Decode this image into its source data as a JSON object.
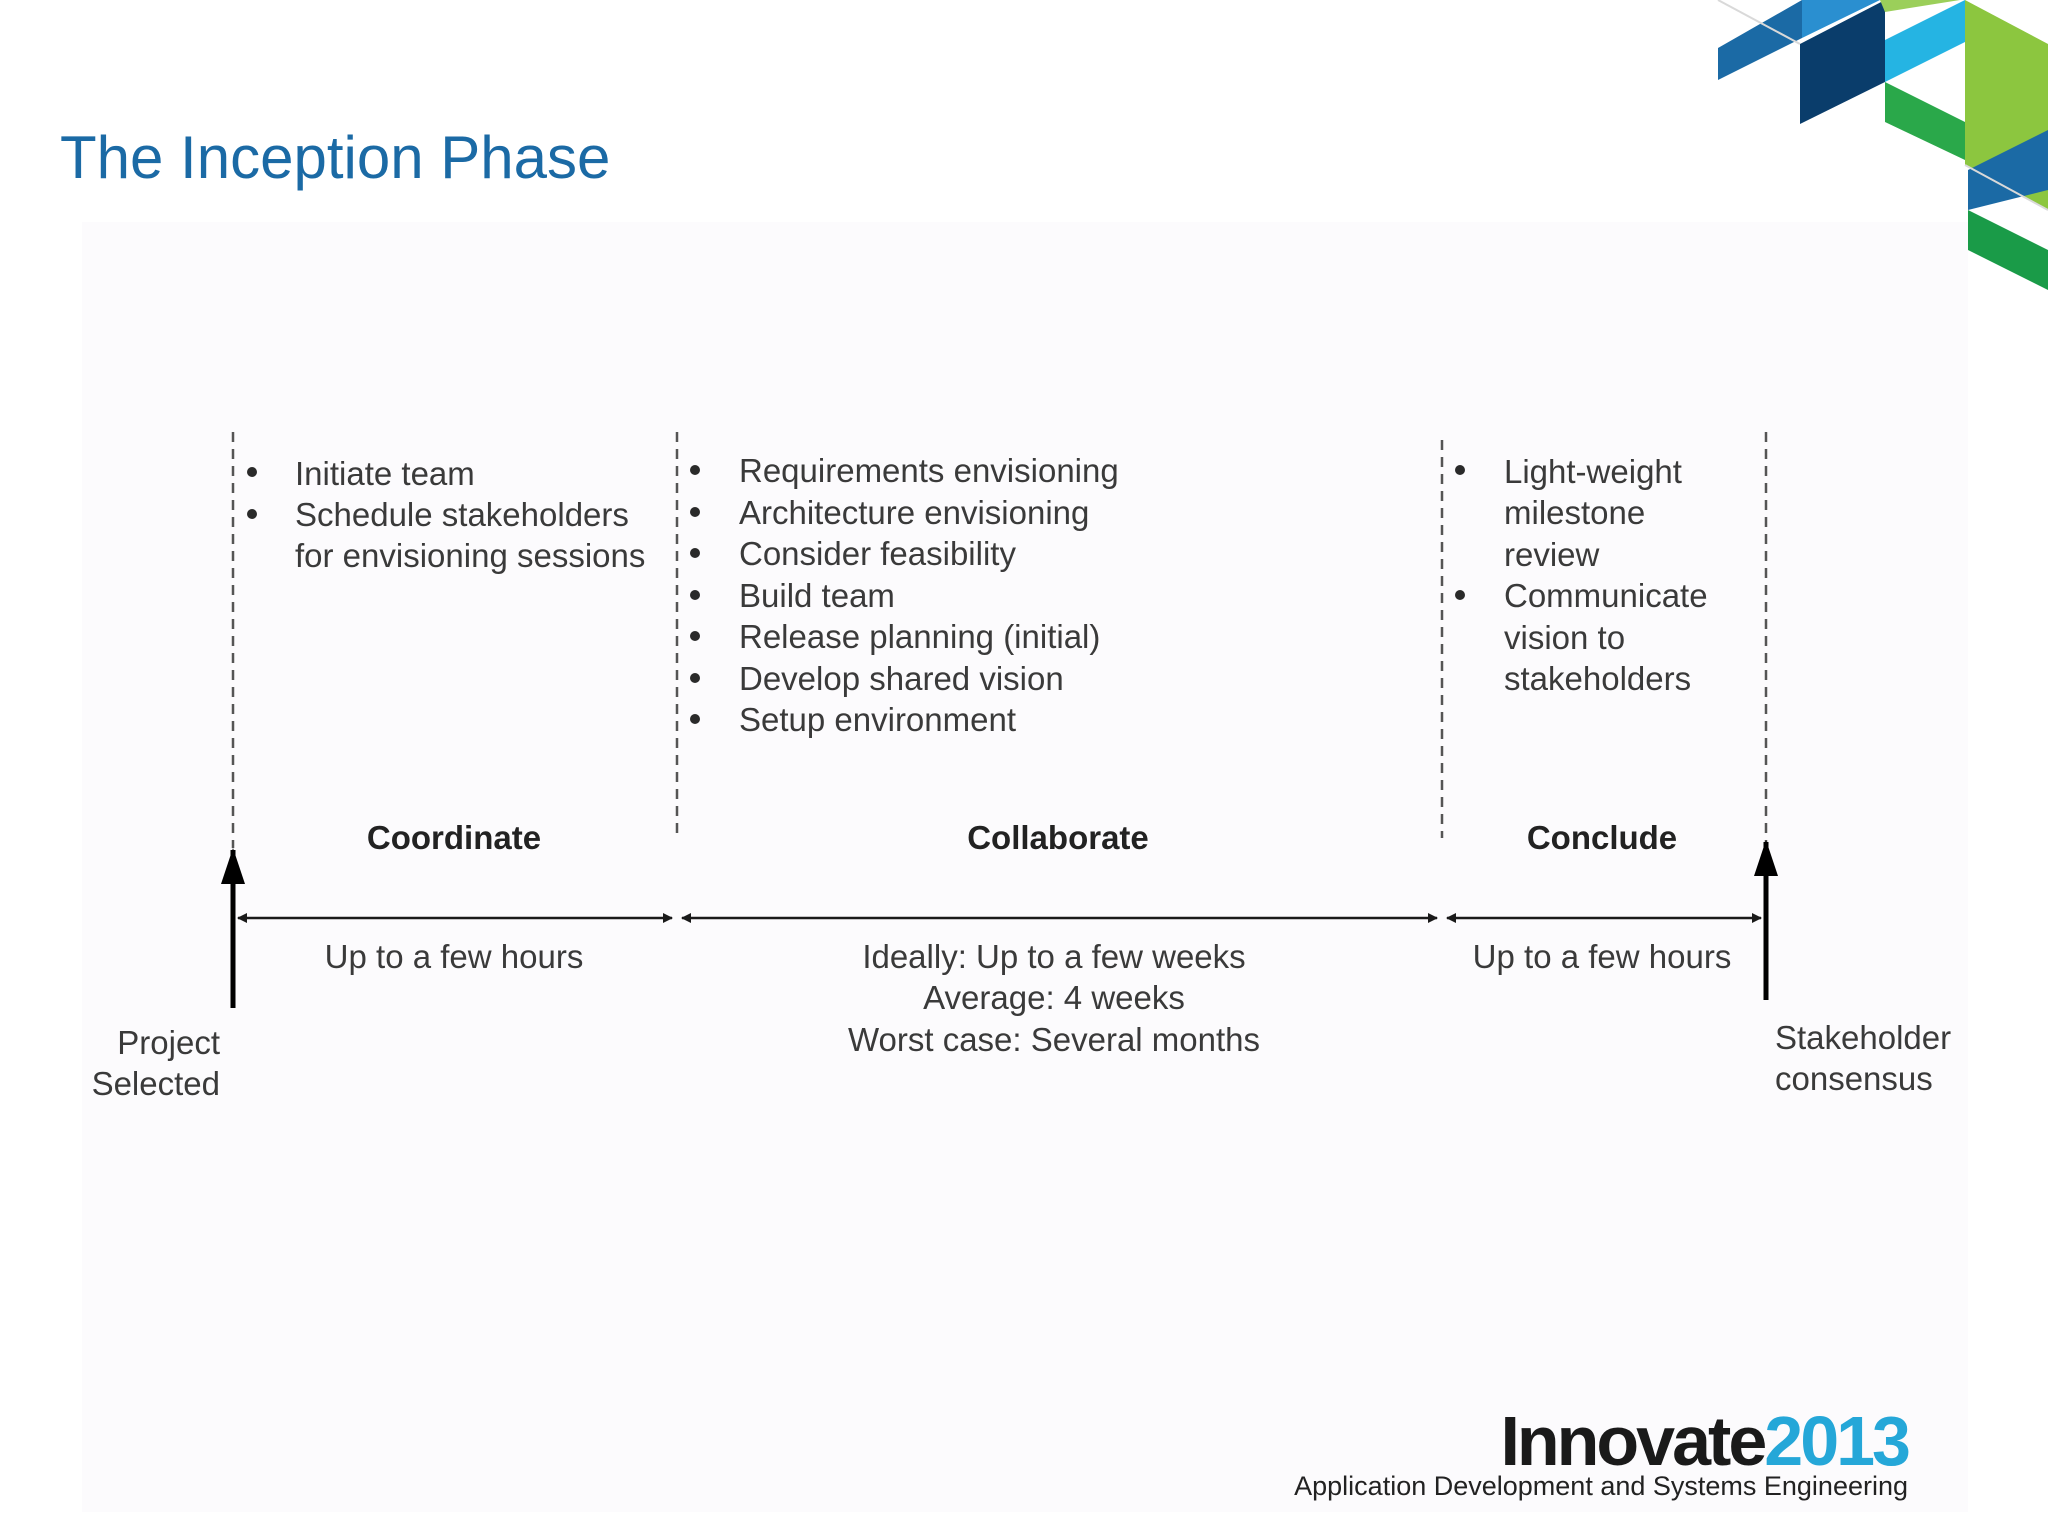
{
  "title": "The Inception Phase",
  "phases": [
    {
      "name": "Coordinate",
      "items": [
        "Initiate team",
        "Schedule stakeholders",
        "for envisioning sessions"
      ],
      "duration": [
        "Up to a few hours"
      ]
    },
    {
      "name": "Collaborate",
      "items": [
        "Requirements envisioning",
        "Architecture envisioning",
        "Consider feasibility",
        "Build team",
        "Release planning (initial)",
        "Develop shared vision",
        "Setup environment"
      ],
      "duration": [
        "Ideally: Up to a few weeks",
        "Average: 4 weeks",
        "Worst case: Several months"
      ]
    },
    {
      "name": "Conclude",
      "items": [
        "Light-weight",
        "milestone",
        "review",
        "Communicate",
        "vision to",
        "stakeholders"
      ],
      "duration": [
        "Up to a few hours"
      ]
    }
  ],
  "milestones": {
    "start": [
      "Project",
      "Selected"
    ],
    "end": [
      "Stakeholder",
      "consensus"
    ]
  },
  "logo": {
    "word": "Innovate",
    "year": "2013",
    "subtitle": "Application Development and Systems Engineering"
  },
  "colors": {
    "title": "#1b6aa5",
    "logo_year": "#25a7d8",
    "banner_dark_blue": "#0a3d6b",
    "banner_blue": "#1b6aa5",
    "banner_cyan": "#25b4e3",
    "banner_green": "#2aa84a",
    "banner_light_green": "#8cc63f"
  }
}
